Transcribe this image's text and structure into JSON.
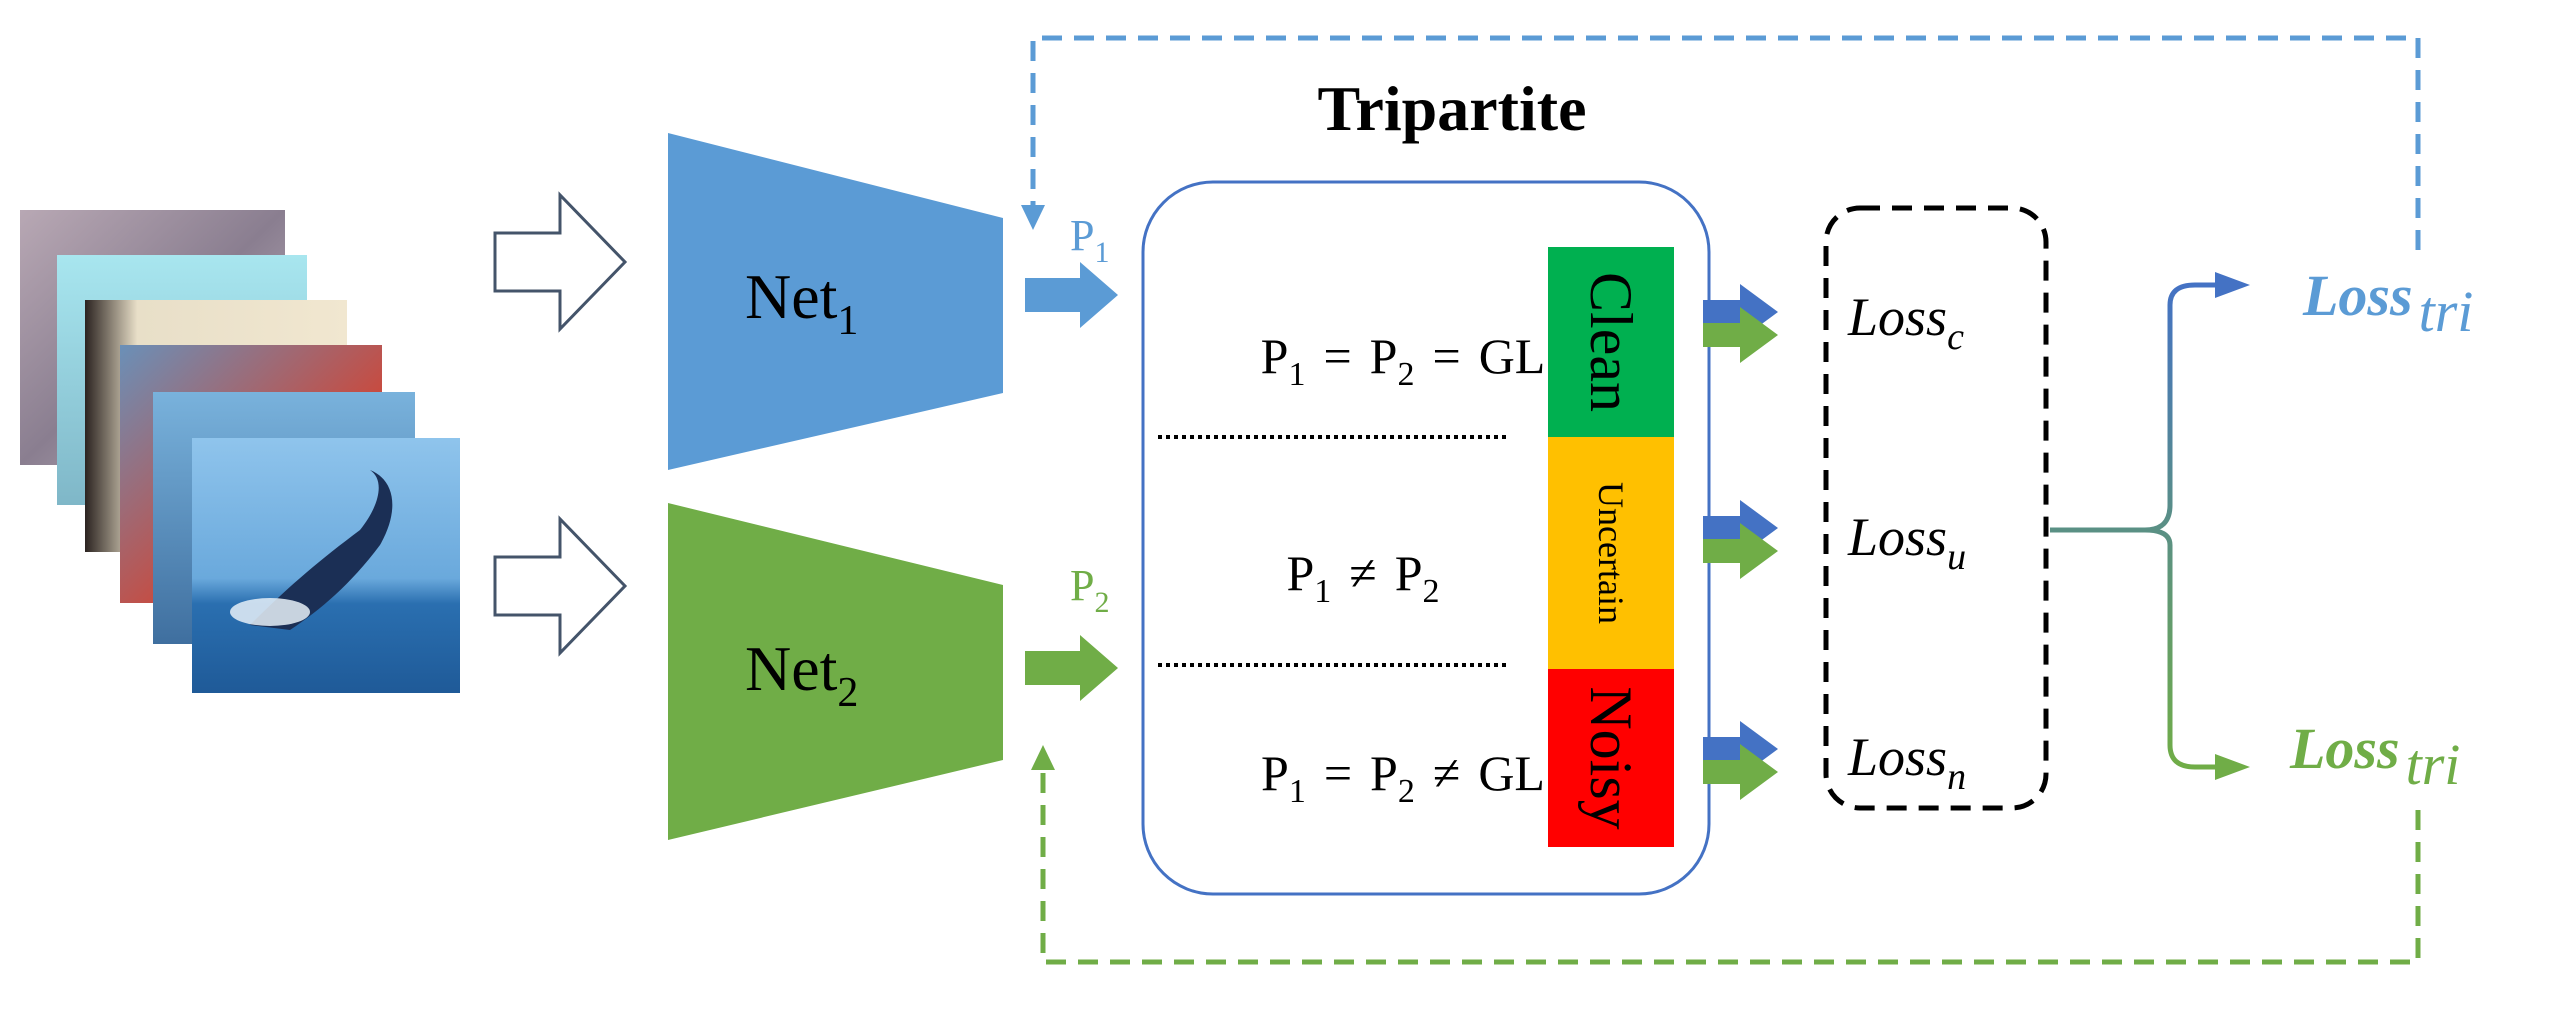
{
  "title": "Tripartite",
  "nets": {
    "net1": {
      "base": "Net",
      "sub": "1"
    },
    "net2": {
      "base": "Net",
      "sub": "2"
    }
  },
  "predictions": {
    "p1": {
      "base": "P",
      "sub": "1"
    },
    "p2": {
      "base": "P",
      "sub": "2"
    }
  },
  "conditions": {
    "clean": {
      "p1": "P",
      "p1_sub": "1",
      "eq1": "=",
      "p2": "P",
      "p2_sub": "2",
      "eq2": "=",
      "gl": "GL"
    },
    "uncertain": {
      "p1": "P",
      "p1_sub": "1",
      "neq": "≠",
      "p2": "P",
      "p2_sub": "2"
    },
    "noisy": {
      "p1": "P",
      "p1_sub": "1",
      "eq": "=",
      "p2": "P",
      "p2_sub": "2",
      "neq": "≠",
      "gl": "GL"
    }
  },
  "categories": {
    "clean": "Clean",
    "uncertain": "Uncertain",
    "noisy": "Noisy"
  },
  "losses": {
    "clean": {
      "base": "Loss",
      "sub": "c"
    },
    "uncertain": {
      "base": "Loss",
      "sub": "u"
    },
    "noisy": {
      "base": "Loss",
      "sub": "n"
    }
  },
  "outputs": {
    "top": {
      "base": "Loss",
      "sub": "tri"
    },
    "bottom": {
      "base": "Loss",
      "sub": "tri"
    }
  },
  "colors": {
    "blue": "#5b9bd5",
    "green": "#70ad47",
    "border_blue": "#4472c4",
    "clean": "#00b050",
    "uncertain": "#ffc000",
    "noisy": "#ff0000",
    "outline": "#44546a"
  },
  "input_images": [
    "blurred-image",
    "sky-image",
    "person-image",
    "red-object-image",
    "whale-image",
    "jumping-whale-image"
  ]
}
